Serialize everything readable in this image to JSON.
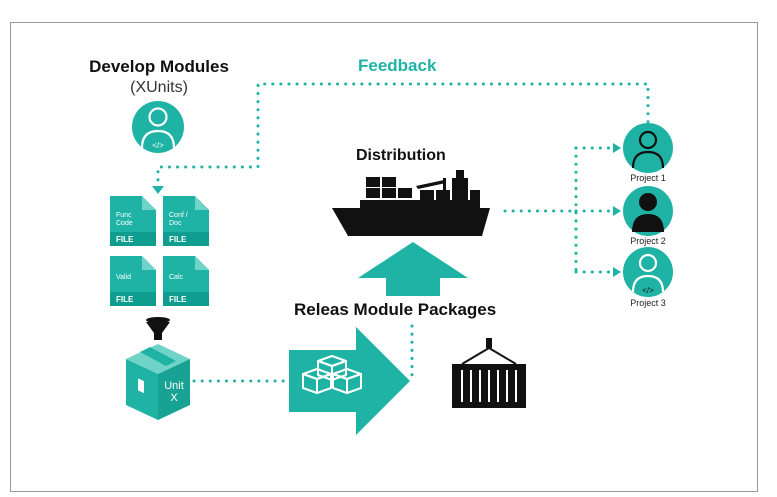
{
  "develop": {
    "title": "Develop Modules",
    "subtitle": "(XUnits)"
  },
  "feedback": {
    "label": "Feedback"
  },
  "distribution": {
    "label": "Distribution"
  },
  "release": {
    "label": "Releas Module Packages"
  },
  "code_symbol": "</>",
  "files": [
    {
      "top": "Func\nCode",
      "label": "FILE"
    },
    {
      "top": "Conf /\nDoc",
      "label": "FILE"
    },
    {
      "top": "Valid",
      "label": "FILE"
    },
    {
      "top": "Calc",
      "label": "FILE"
    }
  ],
  "unit_box": {
    "label": "Unit\nX"
  },
  "projects": [
    {
      "label": "Project 1",
      "icon": "user-outline-icon"
    },
    {
      "label": "Project 2",
      "icon": "user-solid-icon"
    },
    {
      "label": "Project 3",
      "icon": "developer-icon"
    }
  ],
  "colors": {
    "teal": "#1fb3a5",
    "teal_light": "#6fd3c8",
    "black": "#111111"
  }
}
